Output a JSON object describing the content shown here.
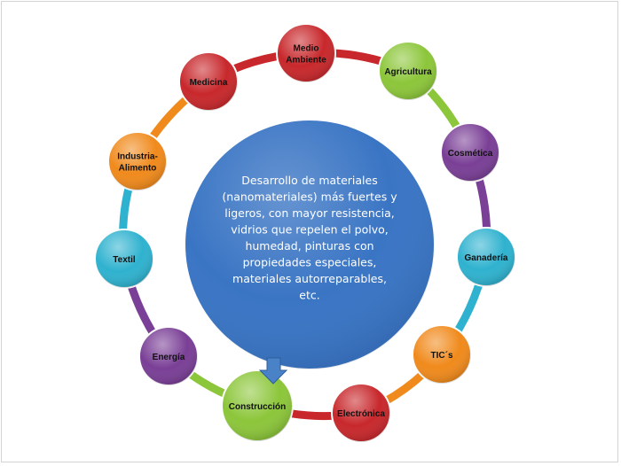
{
  "center": {
    "lines": [
      "Desarrollo de materiales",
      "(nanomateriales) más fuertes y",
      "ligeros, con mayor resistencia,",
      "vidrios que repelen el polvo,",
      "humedad, pinturas con",
      "propiedades especiales,",
      "materiales autorreparables,",
      "etc."
    ],
    "color": "#3a75c4"
  },
  "nodes": [
    {
      "lines": [
        "Medio",
        "Ambiente"
      ],
      "color": "#c8282c"
    },
    {
      "lines": [
        "Agricultura"
      ],
      "color": "#8cc63a"
    },
    {
      "lines": [
        "Cosmética"
      ],
      "color": "#7a3f96"
    },
    {
      "lines": [
        "Ganadería"
      ],
      "color": "#2fb2cf"
    },
    {
      "lines": [
        "TIC´s"
      ],
      "color": "#f08a1c"
    },
    {
      "lines": [
        "Electrónica"
      ],
      "color": "#c8282c"
    },
    {
      "lines": [
        "Construcción"
      ],
      "color": "#8cc63a",
      "highlighted": true
    },
    {
      "lines": [
        "Energía"
      ],
      "color": "#7a3f96"
    },
    {
      "lines": [
        "Textil"
      ],
      "color": "#2fb2cf"
    },
    {
      "lines": [
        "Industria-",
        "Alimento"
      ],
      "color": "#f08a1c"
    },
    {
      "lines": [
        "Medicina"
      ],
      "color": "#c8282c"
    }
  ]
}
